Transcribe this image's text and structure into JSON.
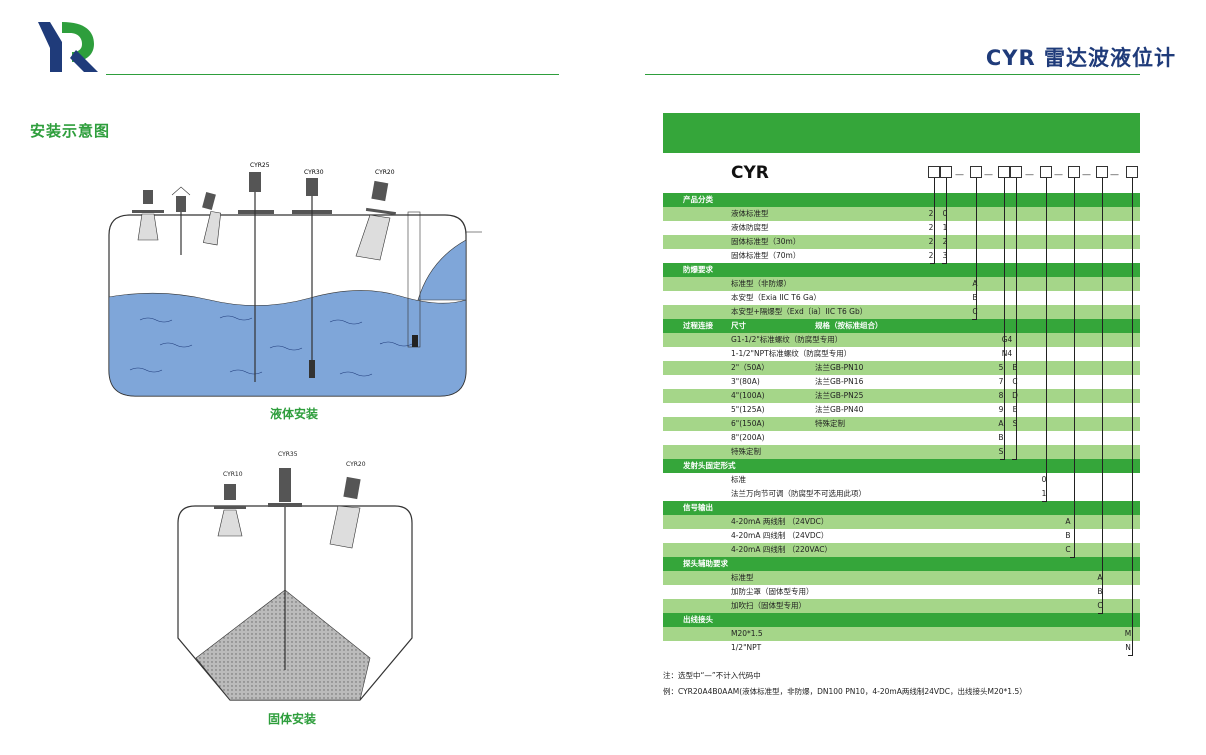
{
  "header": {
    "title": "CYR 雷达波液位计"
  },
  "section_title": "安装示意图",
  "diagrams": {
    "liquid_caption": "液体安装",
    "solid_caption": "固体安装",
    "liquid_probes": [
      "CYR25",
      "CYR30",
      "CYR20"
    ],
    "solid_probes": [
      "CYR10",
      "CYR35",
      "CYR20"
    ]
  },
  "model": {
    "prefix": "CYR"
  },
  "table": {
    "rows": [
      {
        "type": "h",
        "c1": "产品分类"
      },
      {
        "type": "l",
        "c2": "液体标准型",
        "code": [
          "2",
          "0"
        ]
      },
      {
        "type": "w",
        "c2": "液体防腐型",
        "code": [
          "2",
          "1"
        ]
      },
      {
        "type": "l",
        "c2": "固体标准型（30m）",
        "code": [
          "2",
          "2"
        ]
      },
      {
        "type": "w",
        "c2": "固体标准型（70m）",
        "code": [
          "2",
          "3"
        ]
      },
      {
        "type": "h",
        "c1": "防爆要求"
      },
      {
        "type": "l",
        "c2": "标准型（非防爆）",
        "code": [
          "A"
        ]
      },
      {
        "type": "w",
        "c2": "本安型（Exia IIC T6 Ga）",
        "code": [
          "B"
        ]
      },
      {
        "type": "l",
        "c2": "本安型+隔爆型（Exd〔ia〕IIC T6 Gb）",
        "code": [
          "C"
        ]
      },
      {
        "type": "h",
        "c1": "过程连接",
        "c2": "尺寸",
        "c3": "规格（按标准组合）"
      },
      {
        "type": "l",
        "c2": "G1-1/2\"标准螺纹（防腐型专用）",
        "code": [
          "G4"
        ]
      },
      {
        "type": "w",
        "c2": "1-1/2\"NPT标准螺纹（防腐型专用）",
        "code": [
          "N4"
        ]
      },
      {
        "type": "l",
        "c2": "2\"（50A）",
        "c3": "法兰GB-PN10",
        "code": [
          "5",
          "B"
        ]
      },
      {
        "type": "w",
        "c2": "3\"(80A)",
        "c3": "法兰GB-PN16",
        "code": [
          "7",
          "C"
        ]
      },
      {
        "type": "l",
        "c2": "4\"(100A)",
        "c3": "法兰GB-PN25",
        "code": [
          "8",
          "D"
        ]
      },
      {
        "type": "w",
        "c2": "5\"(125A)",
        "c3": "法兰GB-PN40",
        "code": [
          "9",
          "E"
        ]
      },
      {
        "type": "l",
        "c2": "6\"(150A)",
        "c3": "特殊定制",
        "code": [
          "A",
          "S"
        ]
      },
      {
        "type": "w",
        "c2": "8\"(200A)",
        "code": [
          "B"
        ]
      },
      {
        "type": "l",
        "c2": "特殊定制",
        "code": [
          "S"
        ]
      },
      {
        "type": "h",
        "c1": "发射头固定形式"
      },
      {
        "type": "w",
        "c2": "标准",
        "code": [
          "0"
        ]
      },
      {
        "type": "w",
        "c2": "法兰万向节可调（防腐型不可选用此项）",
        "code": [
          "1"
        ]
      },
      {
        "type": "h",
        "c1": "信号输出"
      },
      {
        "type": "l",
        "c2": "4-20mA  两线制  （24VDC）",
        "code": [
          "A"
        ]
      },
      {
        "type": "w",
        "c2": "4-20mA  四线制  （24VDC）",
        "code": [
          "B"
        ]
      },
      {
        "type": "l",
        "c2": "4-20mA  四线制  （220VAC）",
        "code": [
          "C"
        ]
      },
      {
        "type": "h",
        "c1": "探头辅助要求"
      },
      {
        "type": "l",
        "c2": "标准型",
        "code": [
          "A"
        ]
      },
      {
        "type": "w",
        "c2": "加防尘罩（固体型专用）",
        "code": [
          "B"
        ]
      },
      {
        "type": "l",
        "c2": "加吹扫（固体型专用）",
        "code": [
          "C"
        ]
      },
      {
        "type": "h",
        "c1": "出线接头"
      },
      {
        "type": "l",
        "c2": "M20*1.5",
        "code": [
          "M"
        ]
      },
      {
        "type": "w",
        "c2": "1/2\"NPT",
        "code": [
          "N"
        ]
      }
    ]
  },
  "notes": {
    "line1": "注：选型中“—”不计入代码中",
    "line2": "例：CYR20A4B0AAM(液体标准型，非防爆，DN100 PN10，4-20mA两线制24VDC，出线接头M20*1.5）"
  },
  "colors": {
    "brand_green": "#35a63a",
    "light_green": "#a5d689",
    "title_blue": "#1f3b7a",
    "liquid_blue": "#7fa6d9"
  }
}
